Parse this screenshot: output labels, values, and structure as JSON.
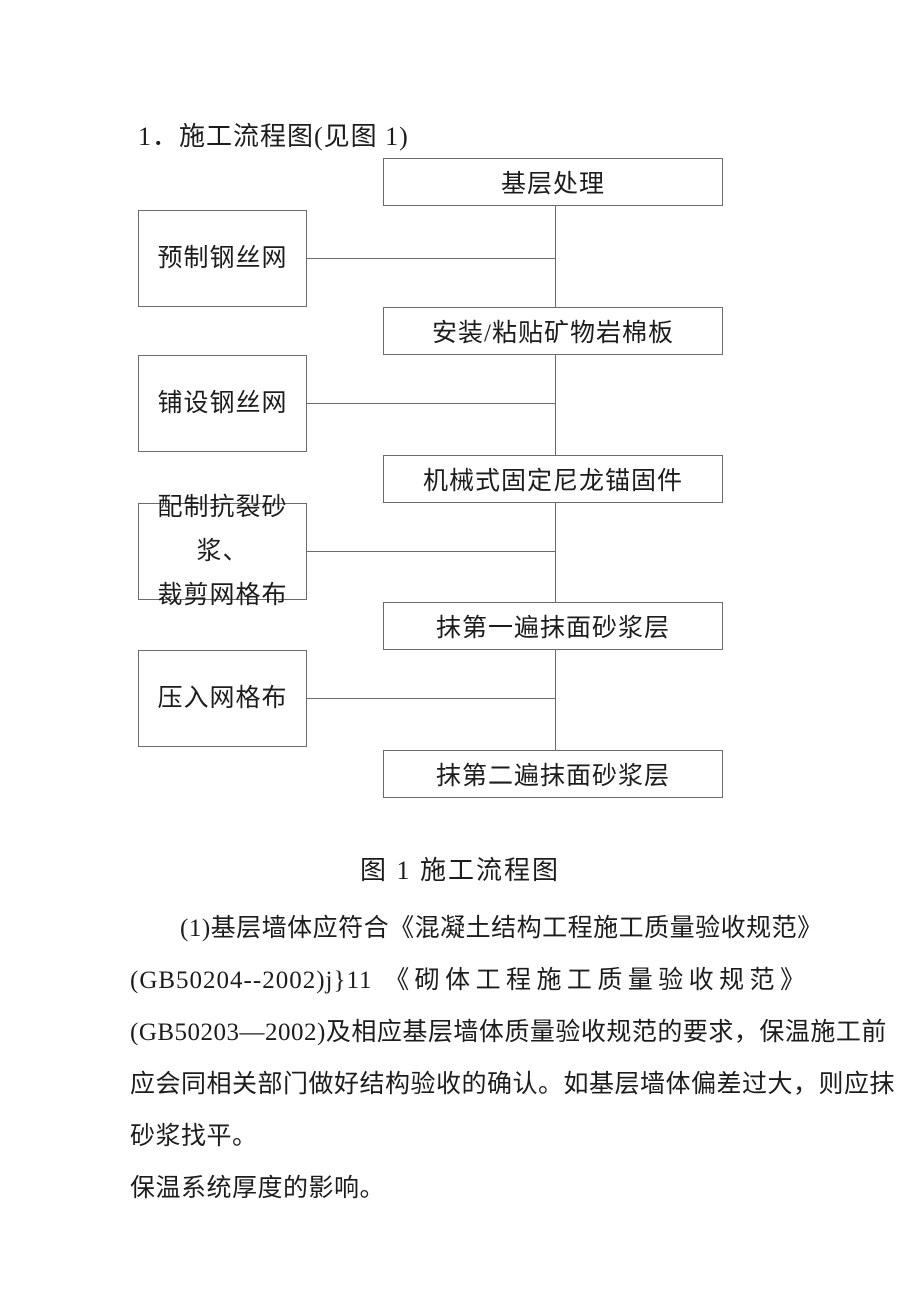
{
  "document": {
    "title": "1．施工流程图(见图 1)",
    "figure_caption": "图 1 施工流程图"
  },
  "flowchart": {
    "main_steps": [
      "基层处理",
      "安装/粘贴矿物岩棉板",
      "机械式固定尼龙锚固件",
      "抹第一遍抹面砂浆层",
      "抹第二遍抹面砂浆层"
    ],
    "side_steps": [
      [
        "预制钢丝网"
      ],
      [
        "铺设钢丝网"
      ],
      [
        "配制抗裂砂浆、",
        "裁剪网格布"
      ],
      [
        "压入网格布"
      ]
    ]
  },
  "body": {
    "lines": [
      "(1)基层墙体应符合《混凝土结构工程施工质量验收规范》",
      "(GB50204--2002)j}11 《砌体工程施工质量验收规范》",
      "(GB50203—2002)及相应基层墙体质量验收规范的要求，保温施工前",
      "应会同相关部门做好结构验收的确认。如基层墙体偏差过大，则应抹",
      "砂浆找平。",
      "保温系统厚度的影响。"
    ]
  },
  "colors": {
    "line_color": "#6b6b6b",
    "text_color": "#1c1c1c",
    "background": "#ffffff"
  }
}
